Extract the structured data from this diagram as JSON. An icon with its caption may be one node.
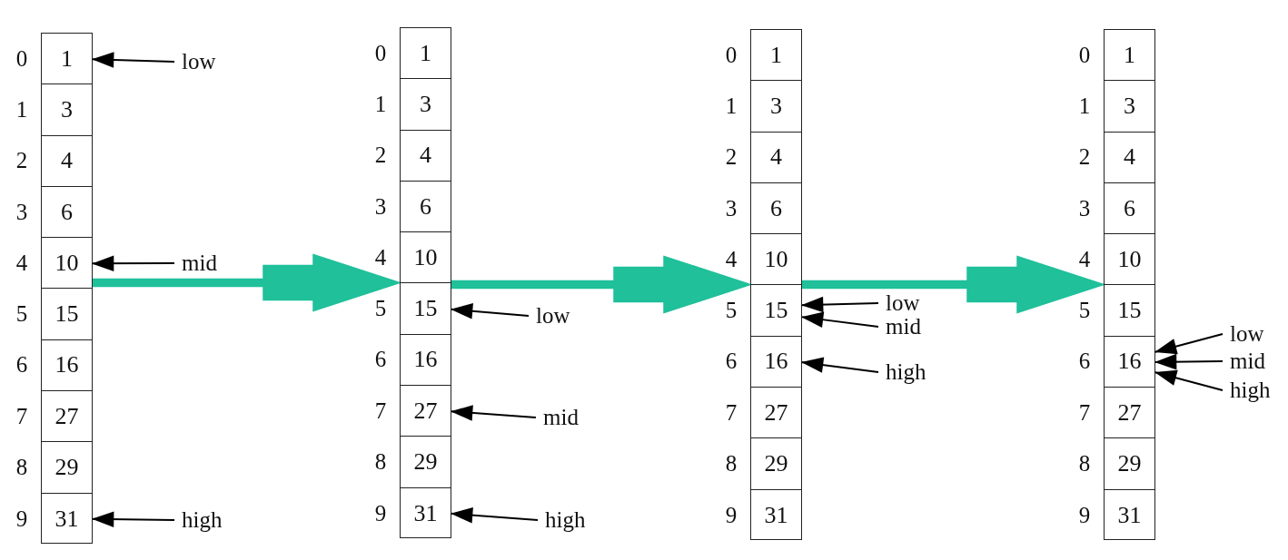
{
  "diagram": {
    "nodes": [
      {
        "text": [],
        "shape": "box"
      },
      {
        "text": [
          "1"
        ],
        "in": 0,
        "beside": [
          "0"
        ]
      },
      {
        "text": [
          "3"
        ],
        "in": 0,
        "beside": [
          "1"
        ]
      },
      {
        "text": [
          "4"
        ],
        "in": 0,
        "beside": [
          "2"
        ]
      },
      {
        "text": [
          "6"
        ],
        "in": 0,
        "beside": [
          "3"
        ]
      },
      {
        "text": [
          "10"
        ],
        "in": 0,
        "beside": [
          "4"
        ]
      },
      {
        "text": [
          "15"
        ],
        "in": 0,
        "beside": [
          "5"
        ]
      },
      {
        "text": [
          "16"
        ],
        "in": 0,
        "beside": [
          "6"
        ]
      },
      {
        "text": [
          "27"
        ],
        "in": 0,
        "beside": [
          "7"
        ]
      },
      {
        "text": [
          "29"
        ],
        "in": 0,
        "beside": [
          "8"
        ]
      },
      {
        "text": [
          "31"
        ],
        "in": 0,
        "beside": [
          "9"
        ]
      },
      {
        "text": [],
        "shape": "box"
      },
      {
        "text": [
          "1"
        ],
        "in": 11,
        "beside": [
          "0"
        ]
      },
      {
        "text": [
          "3"
        ],
        "in": 11,
        "beside": [
          "1"
        ]
      },
      {
        "text": [
          "4"
        ],
        "in": 11,
        "beside": [
          "2"
        ]
      },
      {
        "text": [
          "6"
        ],
        "in": 11,
        "beside": [
          "3"
        ]
      },
      {
        "text": [
          "10"
        ],
        "in": 11,
        "beside": [
          "4"
        ]
      },
      {
        "text": [
          "15"
        ],
        "in": 11,
        "beside": [
          "5"
        ]
      },
      {
        "text": [
          "16"
        ],
        "in": 11,
        "beside": [
          "6"
        ]
      },
      {
        "text": [
          "27"
        ],
        "in": 11,
        "beside": [
          "7"
        ]
      },
      {
        "text": [
          "29"
        ],
        "in": 11,
        "beside": [
          "8"
        ]
      },
      {
        "text": [
          "31"
        ],
        "in": 11,
        "beside": [
          "9"
        ]
      },
      {
        "text": [],
        "shape": "box"
      },
      {
        "text": [
          "1"
        ],
        "in": 22,
        "beside": [
          "0"
        ]
      },
      {
        "text": [
          "3"
        ],
        "in": 22,
        "beside": [
          "1"
        ]
      },
      {
        "text": [
          "4"
        ],
        "in": 22,
        "beside": [
          "2"
        ]
      },
      {
        "text": [
          "6"
        ],
        "in": 22,
        "beside": [
          "3"
        ]
      },
      {
        "text": [
          "10"
        ],
        "in": 22,
        "beside": [
          "4"
        ]
      },
      {
        "text": [
          "15"
        ],
        "in": 22,
        "beside": [
          "5"
        ]
      },
      {
        "text": [
          "16"
        ],
        "in": 22,
        "beside": [
          "6"
        ]
      },
      {
        "text": [
          "27"
        ],
        "in": 22,
        "beside": [
          "7"
        ]
      },
      {
        "text": [
          "29"
        ],
        "in": 22,
        "beside": [
          "8"
        ]
      },
      {
        "text": [
          "31"
        ],
        "in": 22,
        "beside": [
          "9"
        ]
      },
      {
        "text": [],
        "shape": "box"
      },
      {
        "text": [
          "1"
        ],
        "in": 33,
        "beside": [
          "0"
        ]
      },
      {
        "text": [
          "3"
        ],
        "in": 33,
        "beside": [
          "1"
        ]
      },
      {
        "text": [
          "4"
        ],
        "in": 33,
        "beside": [
          "2"
        ]
      },
      {
        "text": [
          "6"
        ],
        "in": 33,
        "beside": [
          "3"
        ]
      },
      {
        "text": [
          "10"
        ],
        "in": 33,
        "beside": [
          "4"
        ]
      },
      {
        "text": [
          "15"
        ],
        "in": 33,
        "beside": [
          "5"
        ]
      },
      {
        "text": [
          "16"
        ],
        "in": 33,
        "beside": [
          "6"
        ]
      },
      {
        "text": [
          "27"
        ],
        "in": 33,
        "beside": [
          "7"
        ]
      },
      {
        "text": [
          "29"
        ],
        "in": 33,
        "beside": [
          "8"
        ]
      },
      {
        "text": [
          "31"
        ],
        "in": 33,
        "beside": [
          "9"
        ]
      },
      {
        "text": [
          "low"
        ]
      },
      {
        "text": [
          "mid"
        ]
      },
      {
        "text": [
          "high"
        ]
      },
      {
        "text": [
          "low"
        ]
      },
      {
        "text": [
          "mid"
        ]
      },
      {
        "text": [
          "high"
        ]
      },
      {
        "text": [
          "low"
        ]
      },
      {
        "text": [
          "mid"
        ]
      },
      {
        "text": [
          "high"
        ]
      },
      {
        "text": [
          "low"
        ]
      },
      {
        "text": [
          "mid"
        ]
      },
      {
        "text": [
          "high"
        ]
      }
    ],
    "edges": [
      {
        "from": 44,
        "to": 1,
        "arrow": "to"
      },
      {
        "from": 45,
        "to": 5,
        "arrow": "to"
      },
      {
        "from": 46,
        "to": 10,
        "arrow": "to"
      },
      {
        "from": 0,
        "to": 11,
        "arrow": "to",
        "style": "thick",
        "color": "#1fc09a"
      },
      {
        "from": 47,
        "to": 17,
        "arrow": "to"
      },
      {
        "from": 48,
        "to": 19,
        "arrow": "to"
      },
      {
        "from": 49,
        "to": 21,
        "arrow": "to"
      },
      {
        "from": 11,
        "to": 22,
        "arrow": "to",
        "style": "thick",
        "color": "#1fc09a"
      },
      {
        "from": 50,
        "to": 28,
        "arrow": "to"
      },
      {
        "from": 51,
        "to": 28,
        "arrow": "to"
      },
      {
        "from": 52,
        "to": 29,
        "arrow": "to"
      },
      {
        "from": 22,
        "to": 33,
        "arrow": "to",
        "style": "thick",
        "color": "#1fc09a"
      },
      {
        "from": 53,
        "to": 40,
        "arrow": "to"
      },
      {
        "from": 54,
        "to": 40,
        "arrow": "to"
      },
      {
        "from": 55,
        "to": 40,
        "arrow": "to"
      }
    ]
  }
}
